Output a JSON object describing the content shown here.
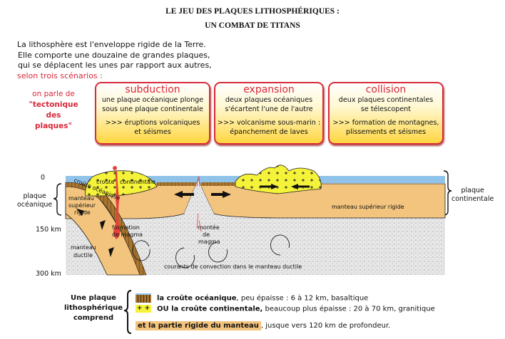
{
  "title": {
    "line1": "LE JEU DES PLAQUES LITHOSPHÉRIQUES :",
    "line2": "UN COMBAT DE TITANS"
  },
  "intro": {
    "line1": "La lithosphère est l'enveloppe rigide de la Terre.",
    "line2": "Elle comporte une douzaine de grandes plaques,",
    "line3": "qui se déplacent les unes par rapport aux autres,",
    "line4": "selon trois scénarios :"
  },
  "side_note": {
    "line1": "on parle de",
    "line2": "\"tectonique",
    "line3": "des plaques\""
  },
  "scenarios": [
    {
      "title": "subduction",
      "desc1": "une plaque océanique plonge",
      "desc2": "sous une plaque continentale",
      "cons1": ">>> éruptions volcaniques",
      "cons2": "et séismes"
    },
    {
      "title": "expansion",
      "desc1": "deux plaques océaniques",
      "desc2": "s'écartent l'une de l'autre",
      "cons1": ">>> volcanisme sous-marin :",
      "cons2": "épanchement de laves"
    },
    {
      "title": "collision",
      "desc1": "deux plaques continentales",
      "desc2": "se télescopent",
      "cons1": ">>> formation de montagnes,",
      "cons2": "plissements et séismes"
    }
  ],
  "diagram": {
    "depths": {
      "d0": "0",
      "d150": "150 km",
      "d300": "300 km"
    },
    "plaque_oceanique": {
      "line1": "plaque",
      "line2": "océanique"
    },
    "plaque_continentale": {
      "line1": "plaque",
      "line2": "continentale"
    },
    "labels": {
      "croute_oceanique": "croûte océanique",
      "croute": "croûte",
      "continentale": "continentale",
      "manteau_sup1": "manteau",
      "manteau_sup2": "supérieur",
      "manteau_sup3": "rigide",
      "manteau_sup_right": "manteau supérieur rigide",
      "ductile1": "manteau",
      "ductile2": "ductile",
      "formation1": "formation",
      "formation2": "de magma",
      "montee1": "montée",
      "montee2": "de",
      "montee3": "magma",
      "courants": "courants de convection dans le manteau ductile"
    },
    "colors": {
      "water": "#8fc3ea",
      "rigid_mantle": "#f3c47e",
      "ductile": "#e6e6e6",
      "crust_cont": "#f5f23a",
      "crust_ocean": "#9a6a2a",
      "magma": "#e8403a"
    }
  },
  "legend": {
    "left1": "Une plaque",
    "left2": "lithosphérique",
    "left3": "comprend",
    "row1_bold": "la croûte océanique",
    "row1_rest": ", peu épaisse : 6 à 12 km, basaltique",
    "row2_sw": "+ +",
    "row2_bold": "OU la croûte continentale,",
    "row2_rest": " beaucoup plus épaisse : 20 à 70 km, granitique",
    "row3_bold": "et la partie rigide du manteau",
    "row3_rest": ", jusque vers 120 km de profondeur."
  }
}
